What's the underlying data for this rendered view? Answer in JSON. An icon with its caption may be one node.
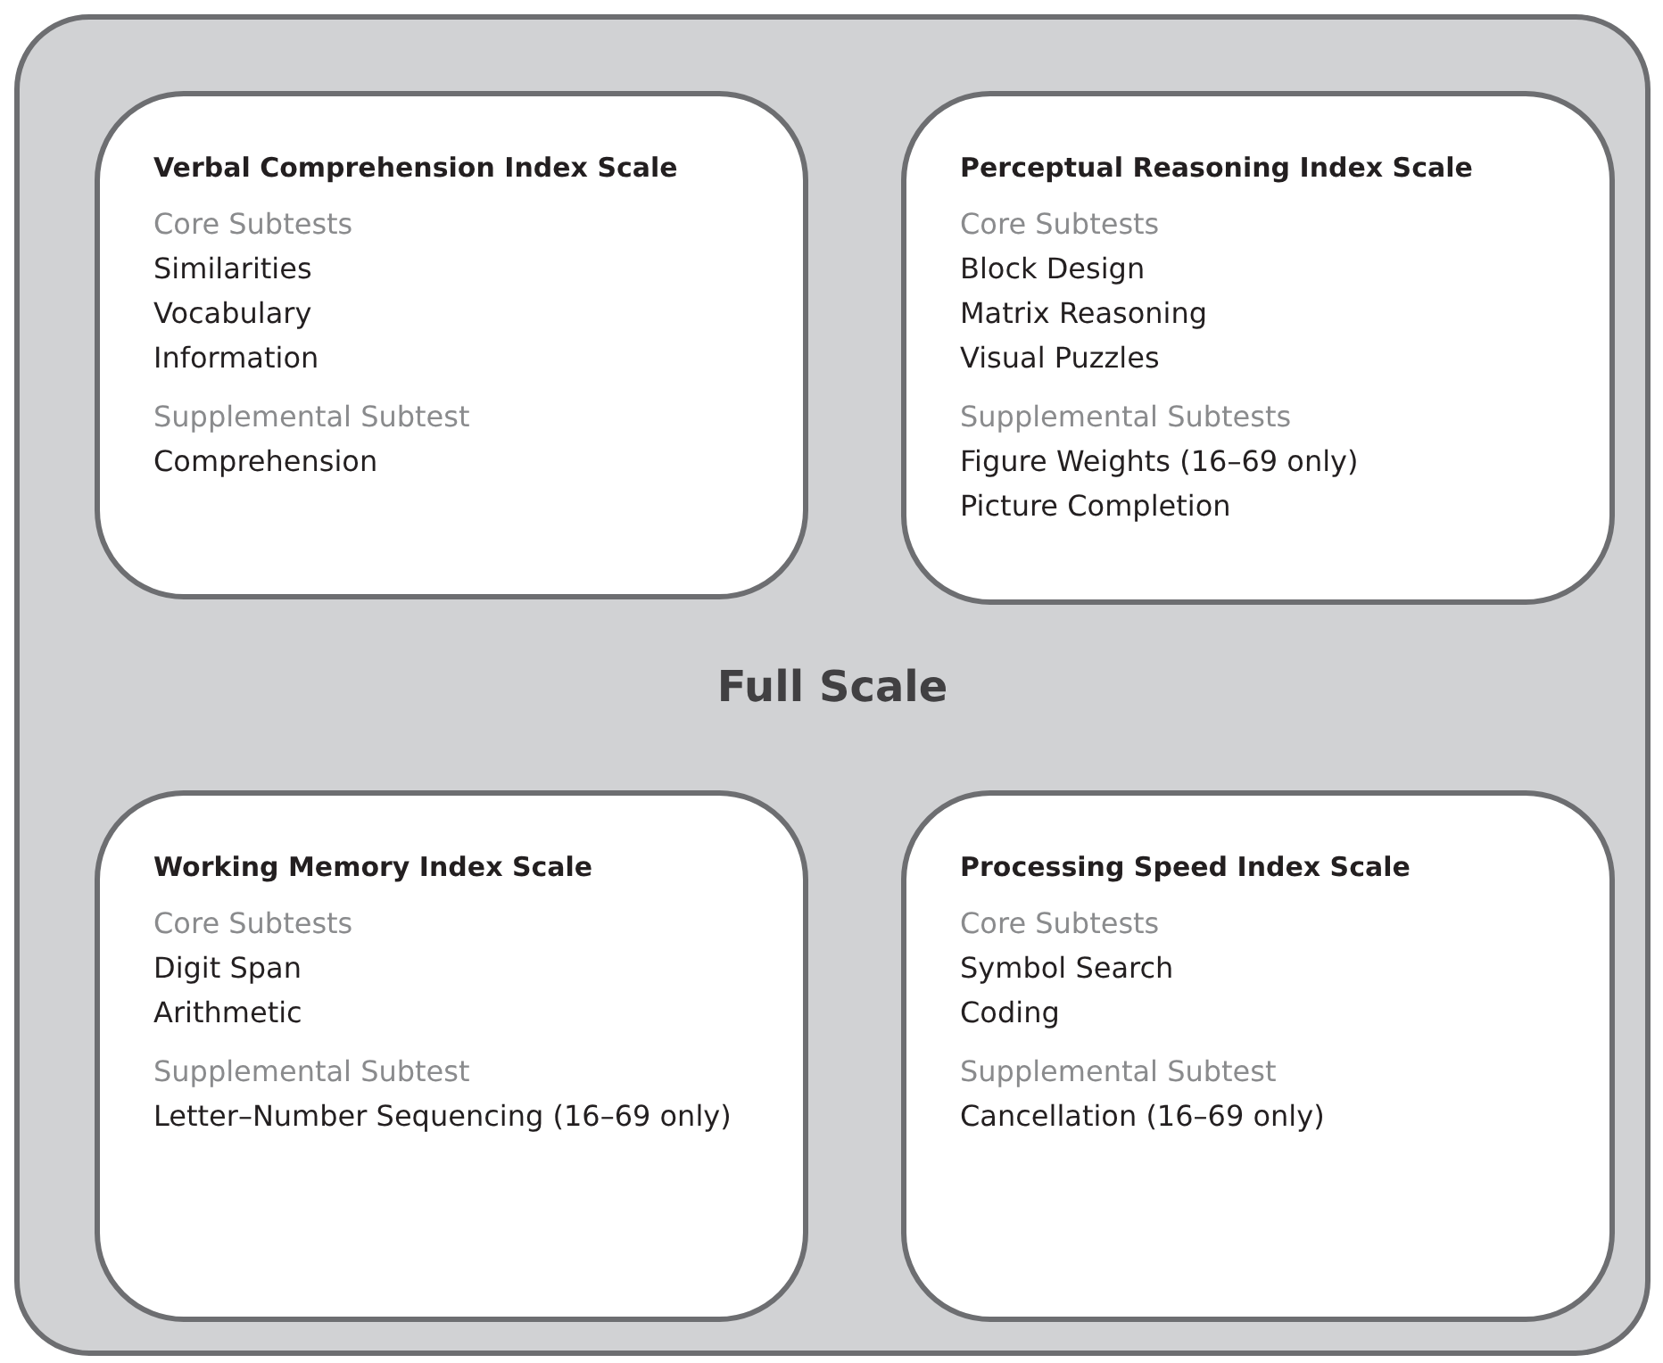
{
  "diagram": {
    "nodes": [
      {
        "text": [
          "Full Scale"
        ]
      },
      {
        "text": [
          "Verbal Comprehension Index Scale",
          "Core Subtests",
          "Similarities",
          "Vocabulary",
          "Information",
          "Supplemental Subtest",
          "Comprehension"
        ],
        "in": 0
      },
      {
        "text": [
          "Perceptual Reasoning Index Scale",
          "Core Subtests",
          "Block Design",
          "Matrix Reasoning",
          "Visual Puzzles",
          "Supplemental Subtests",
          "Figure Weights (16–69 only)",
          "Picture Completion"
        ],
        "in": 0
      },
      {
        "text": [
          "Working Memory Index Scale",
          "Core Subtests",
          "Digit Span",
          "Arithmetic",
          "Supplemental Subtest",
          "Letter–Number Sequencing (16–69 only)"
        ],
        "in": 0
      },
      {
        "text": [
          "Processing Speed Index Scale",
          "Core Subtests",
          "Symbol Search",
          "Coding",
          "Supplemental Subtest",
          "Cancellation (16–69 only)"
        ],
        "in": 0
      }
    ]
  }
}
